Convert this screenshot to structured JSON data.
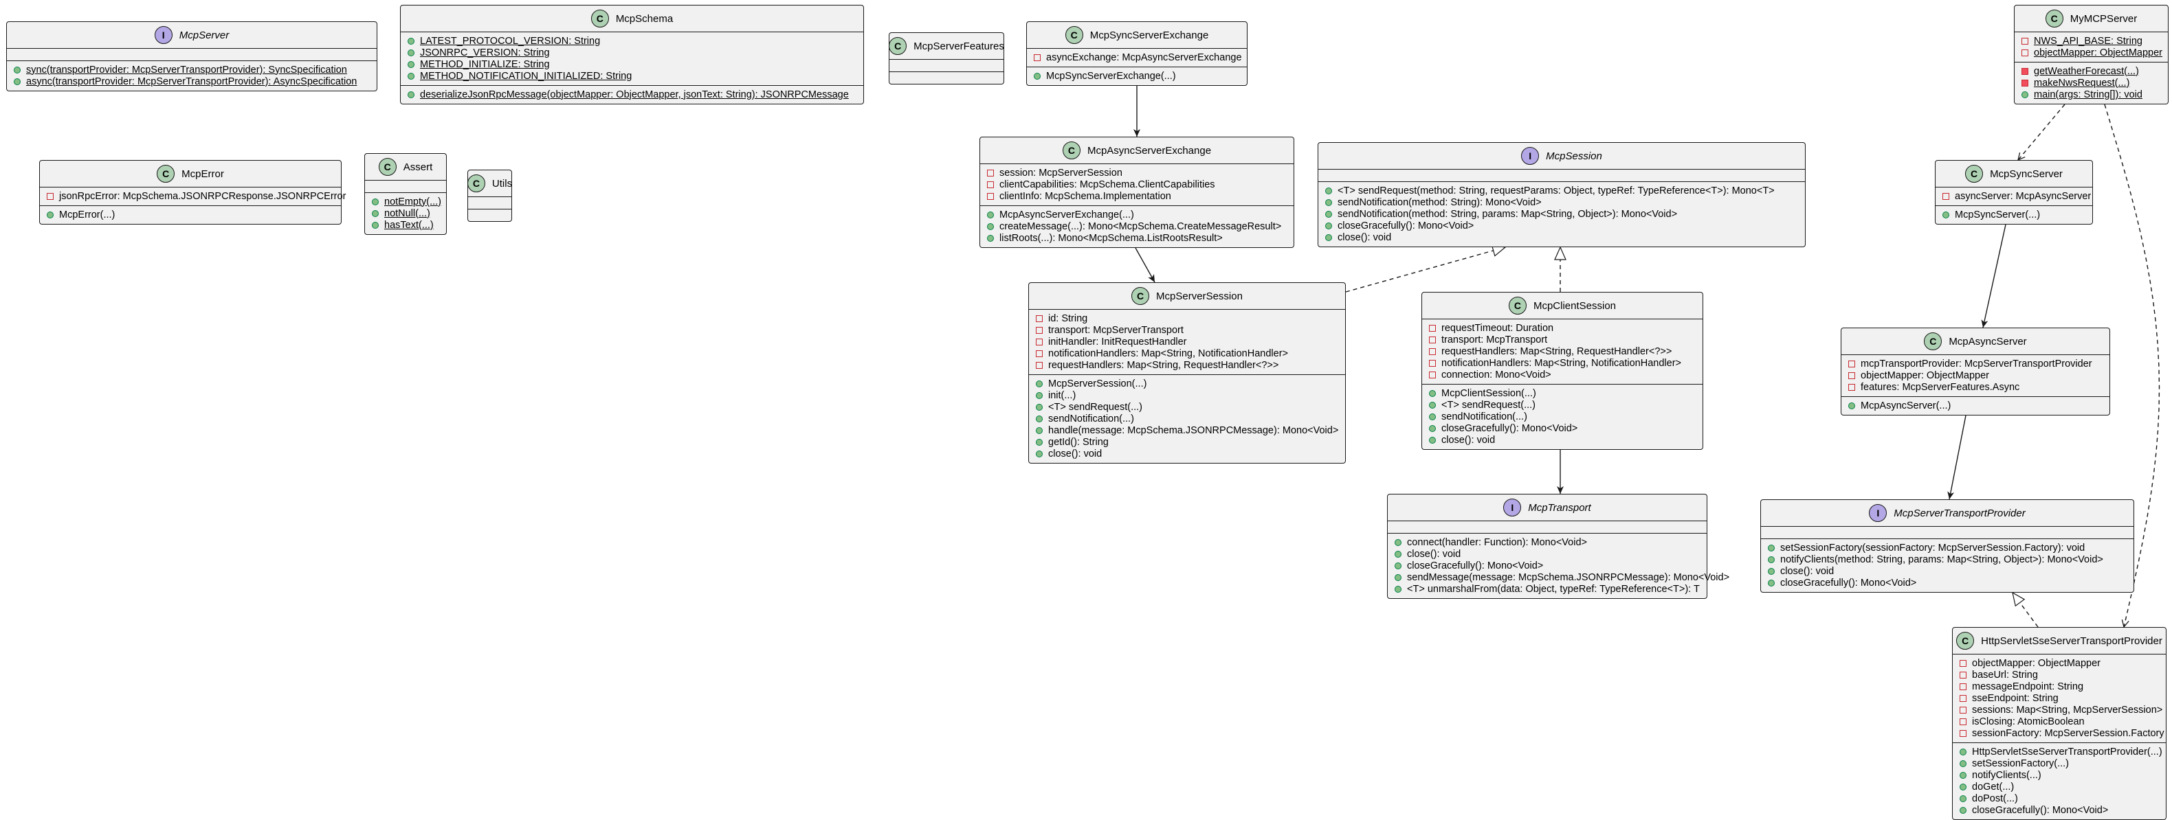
{
  "classes": [
    {
      "id": "McpServer",
      "kind": "interface",
      "name": "McpServer",
      "fields": [],
      "methods": [
        {
          "vis": "pub",
          "static": true,
          "text": "sync(transportProvider: McpServerTransportProvider): SyncSpecification"
        },
        {
          "vis": "pub",
          "static": true,
          "text": "async(transportProvider: McpServerTransportProvider): AsyncSpecification"
        }
      ]
    },
    {
      "id": "McpSchema",
      "kind": "class",
      "name": "McpSchema",
      "fields": [
        {
          "vis": "pub",
          "static": true,
          "text": "LATEST_PROTOCOL_VERSION: String"
        },
        {
          "vis": "pub",
          "static": true,
          "text": "JSONRPC_VERSION: String"
        },
        {
          "vis": "pub",
          "static": true,
          "text": "METHOD_INITIALIZE: String"
        },
        {
          "vis": "pub",
          "static": true,
          "text": "METHOD_NOTIFICATION_INITIALIZED: String"
        }
      ],
      "methods": [
        {
          "vis": "pub",
          "static": true,
          "text": "deserializeJsonRpcMessage(objectMapper: ObjectMapper, jsonText: String): JSONRPCMessage"
        }
      ]
    },
    {
      "id": "McpServerFeatures",
      "kind": "class",
      "name": "McpServerFeatures",
      "fields": [],
      "methods": []
    },
    {
      "id": "McpSyncServerExchange",
      "kind": "class",
      "name": "McpSyncServerExchange",
      "fields": [
        {
          "vis": "priv",
          "text": "asyncExchange: McpAsyncServerExchange"
        }
      ],
      "methods": [
        {
          "vis": "pub",
          "text": "McpSyncServerExchange(...)"
        }
      ]
    },
    {
      "id": "MyMCPServer",
      "kind": "class",
      "name": "MyMCPServer",
      "fields": [
        {
          "vis": "priv",
          "static": true,
          "text": "NWS_API_BASE: String"
        },
        {
          "vis": "priv",
          "static": true,
          "text": "objectMapper: ObjectMapper"
        }
      ],
      "methods": [
        {
          "vis": "privm",
          "static": true,
          "text": "getWeatherForecast(...)"
        },
        {
          "vis": "privm",
          "static": true,
          "text": "makeNwsRequest(...)"
        },
        {
          "vis": "pub",
          "static": true,
          "text": "main(args: String[]): void"
        }
      ]
    },
    {
      "id": "McpError",
      "kind": "class",
      "name": "McpError",
      "fields": [
        {
          "vis": "priv",
          "text": "jsonRpcError: McpSchema.JSONRPCResponse.JSONRPCError"
        }
      ],
      "methods": [
        {
          "vis": "pub",
          "text": "McpError(...)"
        }
      ]
    },
    {
      "id": "Assert",
      "kind": "class",
      "name": "Assert",
      "fields": [],
      "methods": [
        {
          "vis": "pub",
          "static": true,
          "text": "notEmpty(...)"
        },
        {
          "vis": "pub",
          "static": true,
          "text": "notNull(...)"
        },
        {
          "vis": "pub",
          "static": true,
          "text": "hasText(...)"
        }
      ]
    },
    {
      "id": "Utils",
      "kind": "class",
      "name": "Utils",
      "fields": [],
      "methods": []
    },
    {
      "id": "McpAsyncServerExchange",
      "kind": "class",
      "name": "McpAsyncServerExchange",
      "fields": [
        {
          "vis": "priv",
          "text": "session: McpServerSession"
        },
        {
          "vis": "priv",
          "text": "clientCapabilities: McpSchema.ClientCapabilities"
        },
        {
          "vis": "priv",
          "text": "clientInfo: McpSchema.Implementation"
        }
      ],
      "methods": [
        {
          "vis": "pub",
          "text": "McpAsyncServerExchange(...)"
        },
        {
          "vis": "pub",
          "text": "createMessage(...): Mono<McpSchema.CreateMessageResult>"
        },
        {
          "vis": "pub",
          "text": "listRoots(...): Mono<McpSchema.ListRootsResult>"
        }
      ]
    },
    {
      "id": "McpSession",
      "kind": "interface",
      "name": "McpSession",
      "fields": [],
      "methods": [
        {
          "vis": "pub",
          "text": "<T> sendRequest(method: String, requestParams: Object, typeRef: TypeReference<T>): Mono<T>"
        },
        {
          "vis": "pub",
          "text": "sendNotification(method: String): Mono<Void>"
        },
        {
          "vis": "pub",
          "text": "sendNotification(method: String, params: Map<String, Object>): Mono<Void>"
        },
        {
          "vis": "pub",
          "text": "closeGracefully(): Mono<Void>"
        },
        {
          "vis": "pub",
          "text": "close(): void"
        }
      ]
    },
    {
      "id": "McpSyncServer",
      "kind": "class",
      "name": "McpSyncServer",
      "fields": [
        {
          "vis": "priv",
          "text": "asyncServer: McpAsyncServer"
        }
      ],
      "methods": [
        {
          "vis": "pub",
          "text": "McpSyncServer(...)"
        }
      ]
    },
    {
      "id": "McpServerSession",
      "kind": "class",
      "name": "McpServerSession",
      "fields": [
        {
          "vis": "priv",
          "text": "id: String"
        },
        {
          "vis": "priv",
          "text": "transport: McpServerTransport"
        },
        {
          "vis": "priv",
          "text": "initHandler: InitRequestHandler"
        },
        {
          "vis": "priv",
          "text": "notificationHandlers: Map<String, NotificationHandler>"
        },
        {
          "vis": "priv",
          "text": "requestHandlers: Map<String, RequestHandler<?>>"
        }
      ],
      "methods": [
        {
          "vis": "pub",
          "text": "McpServerSession(...)"
        },
        {
          "vis": "pub",
          "text": "init(...)"
        },
        {
          "vis": "pub",
          "text": "<T> sendRequest(...)"
        },
        {
          "vis": "pub",
          "text": "sendNotification(...)"
        },
        {
          "vis": "pub",
          "text": "handle(message: McpSchema.JSONRPCMessage): Mono<Void>"
        },
        {
          "vis": "pub",
          "text": "getId(): String"
        },
        {
          "vis": "pub",
          "text": "close(): void"
        }
      ]
    },
    {
      "id": "McpClientSession",
      "kind": "class",
      "name": "McpClientSession",
      "fields": [
        {
          "vis": "priv",
          "text": "requestTimeout: Duration"
        },
        {
          "vis": "priv",
          "text": "transport: McpTransport"
        },
        {
          "vis": "priv",
          "text": "requestHandlers: Map<String, RequestHandler<?>>"
        },
        {
          "vis": "priv",
          "text": "notificationHandlers: Map<String, NotificationHandler>"
        },
        {
          "vis": "priv",
          "text": "connection: Mono<Void>"
        }
      ],
      "methods": [
        {
          "vis": "pub",
          "text": "McpClientSession(...)"
        },
        {
          "vis": "pub",
          "text": "<T> sendRequest(...)"
        },
        {
          "vis": "pub",
          "text": "sendNotification(...)"
        },
        {
          "vis": "pub",
          "text": "closeGracefully(): Mono<Void>"
        },
        {
          "vis": "pub",
          "text": "close(): void"
        }
      ]
    },
    {
      "id": "McpAsyncServer",
      "kind": "class",
      "name": "McpAsyncServer",
      "fields": [
        {
          "vis": "priv",
          "text": "mcpTransportProvider: McpServerTransportProvider"
        },
        {
          "vis": "priv",
          "text": "objectMapper: ObjectMapper"
        },
        {
          "vis": "priv",
          "text": "features: McpServerFeatures.Async"
        }
      ],
      "methods": [
        {
          "vis": "pub",
          "text": "McpAsyncServer(...)"
        }
      ]
    },
    {
      "id": "McpTransport",
      "kind": "interface",
      "name": "McpTransport",
      "fields": [],
      "methods": [
        {
          "vis": "pub",
          "text": "connect(handler: Function): Mono<Void>"
        },
        {
          "vis": "pub",
          "text": "close(): void"
        },
        {
          "vis": "pub",
          "text": "closeGracefully(): Mono<Void>"
        },
        {
          "vis": "pub",
          "text": "sendMessage(message: McpSchema.JSONRPCMessage): Mono<Void>"
        },
        {
          "vis": "pub",
          "text": "<T> unmarshalFrom(data: Object, typeRef: TypeReference<T>): T"
        }
      ]
    },
    {
      "id": "McpServerTransportProvider",
      "kind": "interface",
      "name": "McpServerTransportProvider",
      "fields": [],
      "methods": [
        {
          "vis": "pub",
          "text": "setSessionFactory(sessionFactory: McpServerSession.Factory): void"
        },
        {
          "vis": "pub",
          "text": "notifyClients(method: String, params: Map<String, Object>): Mono<Void>"
        },
        {
          "vis": "pub",
          "text": "close(): void"
        },
        {
          "vis": "pub",
          "text": "closeGracefully(): Mono<Void>"
        }
      ]
    },
    {
      "id": "HttpServletSseServerTransportProvider",
      "kind": "class",
      "name": "HttpServletSseServerTransportProvider",
      "fields": [
        {
          "vis": "priv",
          "text": "objectMapper: ObjectMapper"
        },
        {
          "vis": "priv",
          "text": "baseUrl: String"
        },
        {
          "vis": "priv",
          "text": "messageEndpoint: String"
        },
        {
          "vis": "priv",
          "text": "sseEndpoint: String"
        },
        {
          "vis": "priv",
          "text": "sessions: Map<String, McpServerSession>"
        },
        {
          "vis": "priv",
          "text": "isClosing: AtomicBoolean"
        },
        {
          "vis": "priv",
          "text": "sessionFactory: McpServerSession.Factory"
        }
      ],
      "methods": [
        {
          "vis": "pub",
          "text": "HttpServletSseServerTransportProvider(...)"
        },
        {
          "vis": "pub",
          "text": "setSessionFactory(...)"
        },
        {
          "vis": "pub",
          "text": "notifyClients(...)"
        },
        {
          "vis": "pub",
          "text": "doGet(...)"
        },
        {
          "vis": "pub",
          "text": "doPost(...)"
        },
        {
          "vis": "pub",
          "text": "closeGracefully(): Mono<Void>"
        }
      ]
    }
  ],
  "relations": [
    {
      "from": "McpSyncServerExchange",
      "to": "McpAsyncServerExchange",
      "type": "association"
    },
    {
      "from": "McpAsyncServerExchange",
      "to": "McpServerSession",
      "type": "association"
    },
    {
      "from": "McpServerSession",
      "to": "McpSession",
      "type": "realization"
    },
    {
      "from": "McpClientSession",
      "to": "McpSession",
      "type": "realization"
    },
    {
      "from": "McpClientSession",
      "to": "McpTransport",
      "type": "association"
    },
    {
      "from": "MyMCPServer",
      "to": "McpSyncServer",
      "type": "dependency"
    },
    {
      "from": "MyMCPServer",
      "to": "HttpServletSseServerTransportProvider",
      "type": "dependency"
    },
    {
      "from": "McpSyncServer",
      "to": "McpAsyncServer",
      "type": "association"
    },
    {
      "from": "McpAsyncServer",
      "to": "McpServerTransportProvider",
      "type": "association"
    },
    {
      "from": "HttpServletSseServerTransportProvider",
      "to": "McpServerTransportProvider",
      "type": "realization"
    }
  ],
  "colors": {
    "class_badge": "#add1b2",
    "interface_badge": "#b4a7e5",
    "box_fill": "#f1f1f1",
    "line": "#181818"
  }
}
